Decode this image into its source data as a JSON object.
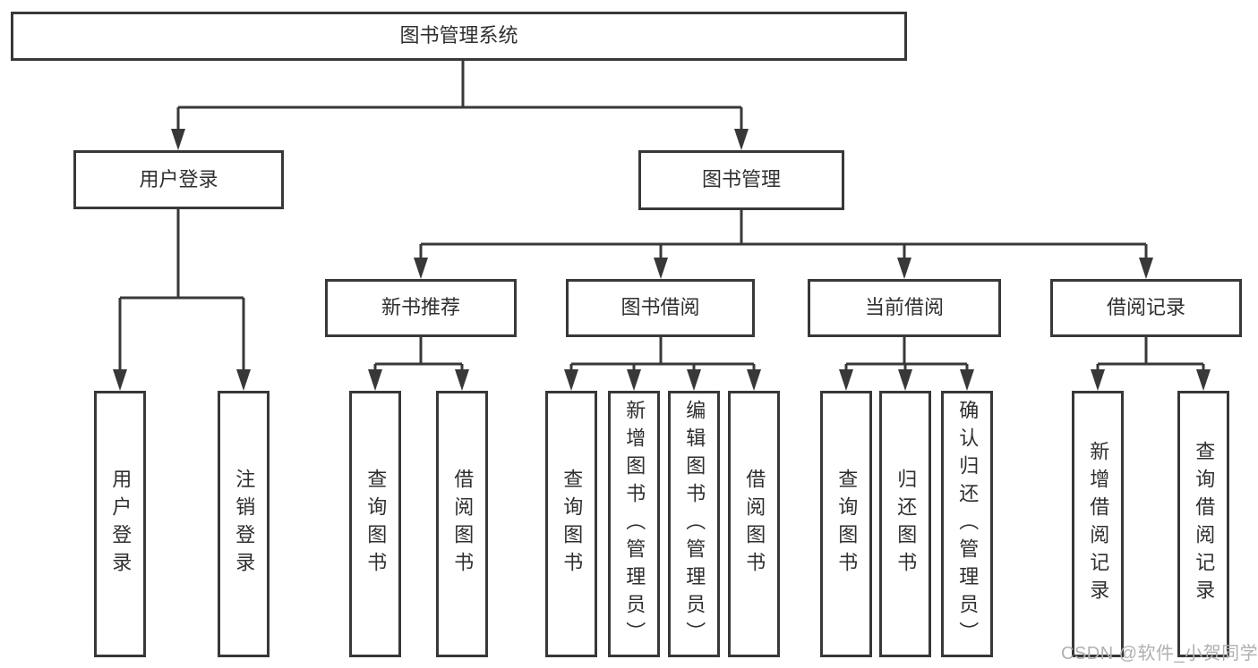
{
  "diagram": {
    "title": "图书管理系统",
    "branches": [
      {
        "label": "用户登录",
        "children": [
          {
            "label": "用户登录"
          },
          {
            "label": "注销登录"
          }
        ]
      },
      {
        "label": "图书管理",
        "children": [
          {
            "label": "新书推荐",
            "children": [
              {
                "label": "查询图书"
              },
              {
                "label": "借阅图书"
              }
            ]
          },
          {
            "label": "图书借阅",
            "children": [
              {
                "label": "查询图书"
              },
              {
                "label": "新增图书（管理员）"
              },
              {
                "label": "编辑图书（管理员）"
              },
              {
                "label": "借阅图书"
              }
            ]
          },
          {
            "label": "当前借阅",
            "children": [
              {
                "label": "查询图书"
              },
              {
                "label": "归还图书"
              },
              {
                "label": "确认归还（管理员）"
              }
            ]
          },
          {
            "label": "借阅记录",
            "children": [
              {
                "label": "新增借阅记录"
              },
              {
                "label": "查询借阅记录"
              }
            ]
          }
        ]
      }
    ]
  },
  "watermark": "CSDN @软件_小贺同学",
  "colors": {
    "line": "#383838",
    "box_border": "#383838",
    "text": "#2f2f2f",
    "watermark": "#b0b0b0",
    "background": "#ffffff"
  }
}
